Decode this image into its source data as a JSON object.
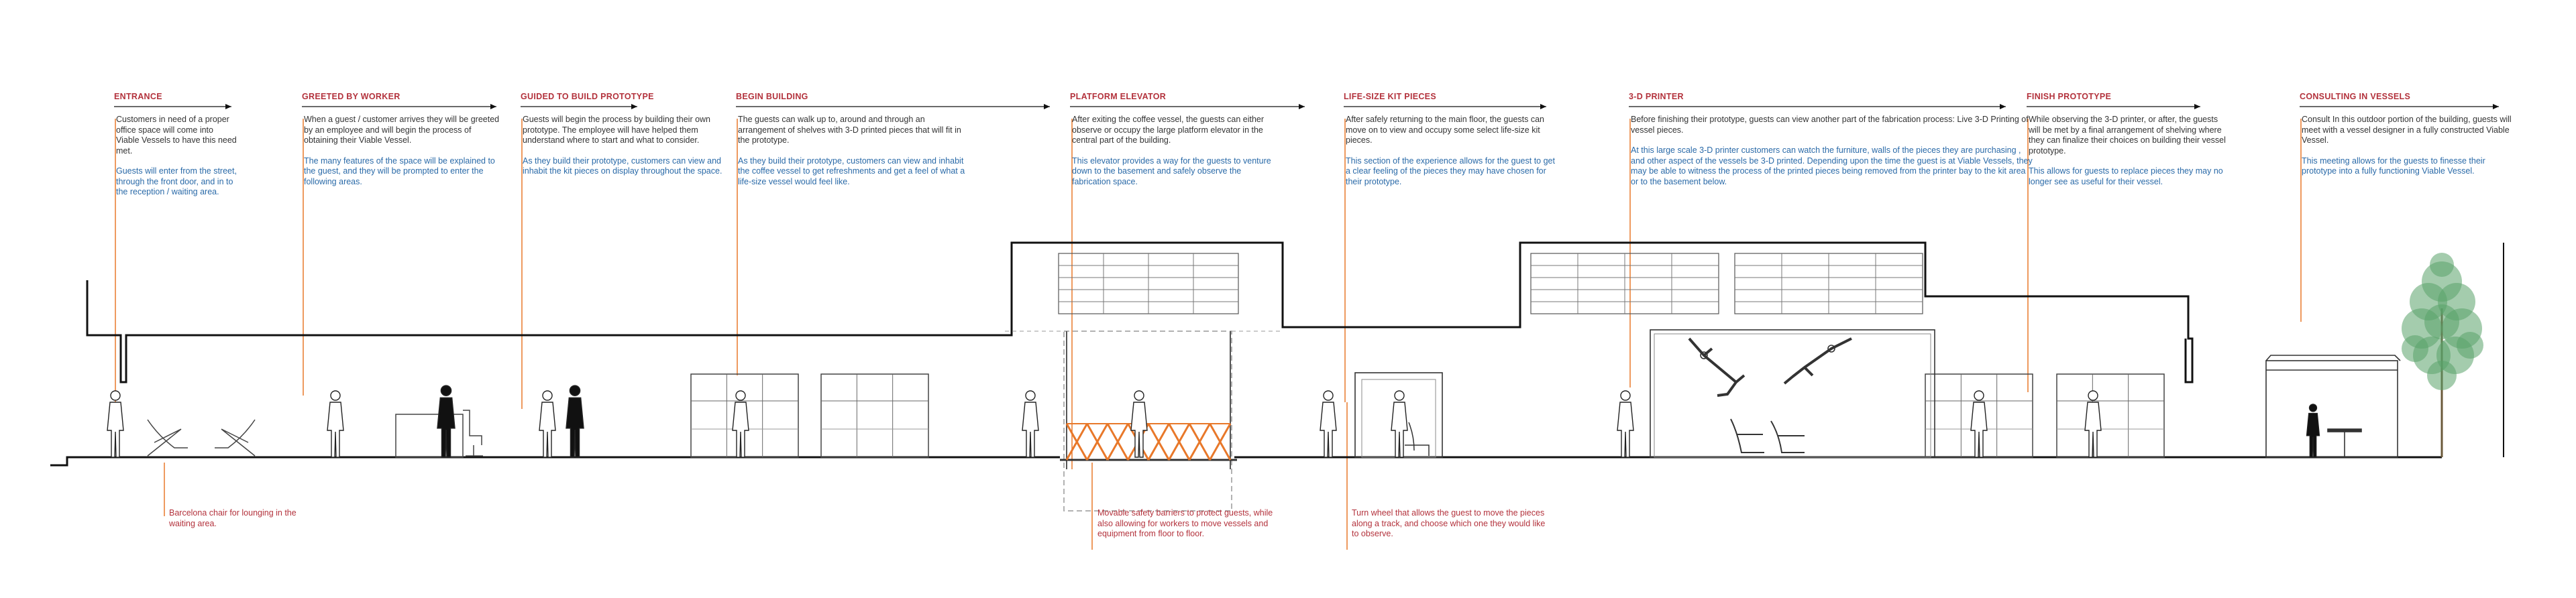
{
  "colors": {
    "heading": "#b3323c",
    "description": "#333333",
    "detail": "#2a6aa8",
    "leader": "#e8782a",
    "note": "#b3323c",
    "barrier": "#e8782a",
    "tree": "#5aa36a",
    "line": "#111111"
  },
  "stages": [
    {
      "title": "ENTRANCE",
      "description": "Customers in need of a proper office space will come into Viable Vessels to have this need met.",
      "detail": "Guests will enter from the street, through the front door, and in to the reception / waiting area."
    },
    {
      "title": "GREETED BY WORKER",
      "description": "When a guest / customer arrives they will be greeted by an employee and will begin the process of obtaining their Viable Vessel.",
      "detail": "The many features of the space will be explained to the guest, and they will be prompted to enter the following areas."
    },
    {
      "title": "GUIDED TO BUILD PROTOTYPE",
      "description": "Guests will begin the process by building their own prototype. The employee will have helped them understand where to start and what to consider.",
      "detail": "As they build their prototype, customers can view and inhabit the kit pieces on display throughout the space."
    },
    {
      "title": "BEGIN BUILDING",
      "description": "The guests can walk up to, around and through an arrangement of shelves with 3-D printed pieces that will fit in the prototype.",
      "detail": "As they build their prototype, customers can view and inhabit the coffee vessel to get refreshments and get a feel of what a life-size vessel would feel like."
    },
    {
      "title": "PLATFORM ELEVATOR",
      "description": "After exiting the coffee vessel, the guests can either observe or occupy the large platform elevator in the central part of the building.",
      "detail": "This elevator provides a way for the guests to venture down to the basement and safely observe the fabrication space."
    },
    {
      "title": "LIFE-SIZE KIT PIECES",
      "description": "After safely returning to the main floor, the guests can move on to view and occupy some select life-size kit pieces.",
      "detail": "This section of the experience allows for the guest to get a clear feeling of the pieces they may have chosen for their prototype."
    },
    {
      "title": "3-D PRINTER",
      "description": "Before finishing their prototype, guests can view another part of the fabrication process: Live 3-D Printing of vessel pieces.",
      "detail": "At this large scale 3-D printer customers can watch the furniture, walls of the pieces they are purchasing , and other aspect of the vessels be 3-D printed. Depending upon the time the guest is at Viable Vessels, they may be able to witness the process of the printed pieces being removed from the printer bay to the kit area or to the basement below."
    },
    {
      "title": "FINISH PROTOTYPE",
      "description": "While observing the 3-D printer, or after, the guests will be met by a final arrangement of shelving where they can finalize their choices on building their vessel prototype.",
      "detail": "This allows for guests to replace pieces they may no longer see as useful for their vessel."
    },
    {
      "title": "CONSULTING IN VESSELS",
      "description": "Consult In this outdoor portion of the building, guests will meet with a vessel designer in a fully constructed Viable Vessel.",
      "detail": "This meeting allows for the guests to finesse their prototype into a fully functioning Viable Vessel."
    }
  ],
  "notes": [
    {
      "text": "Barcelona chair for lounging in the waiting area."
    },
    {
      "text": "Movable safety barriers to protect guests, while also allowing for workers to move vessels and equipment from floor to floor."
    },
    {
      "text": "Turn wheel that allows the guest to move the pieces along a track, and choose which one they would like to observe."
    }
  ]
}
